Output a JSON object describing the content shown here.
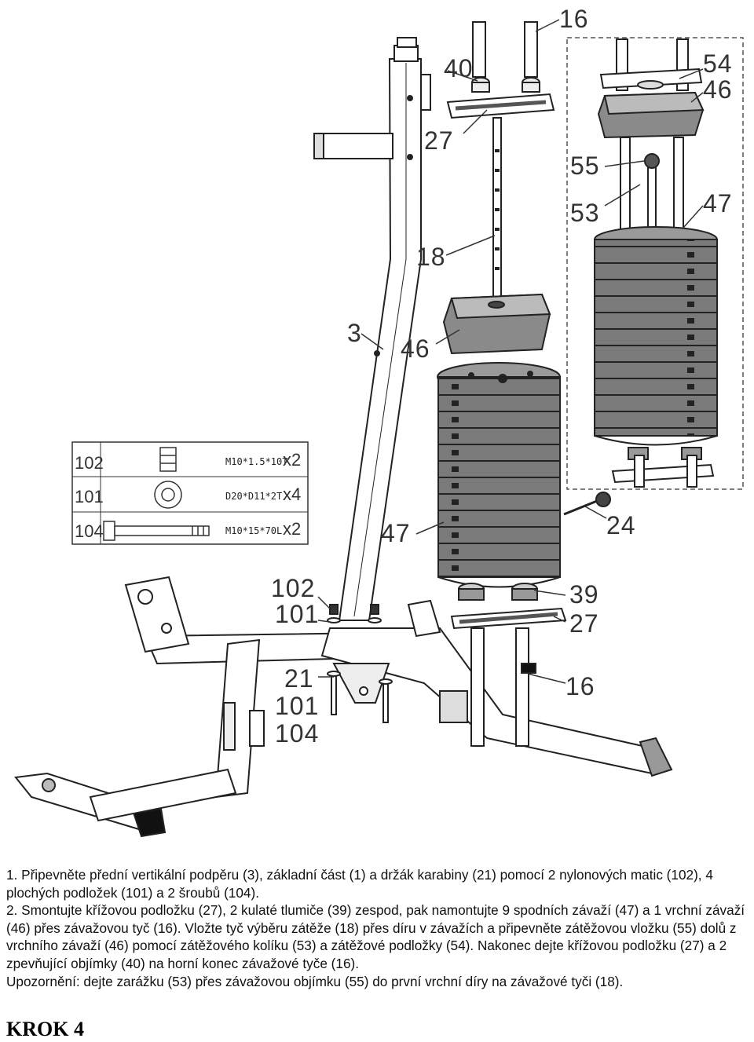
{
  "callouts": {
    "p16_top": "16",
    "p40": "40",
    "p27_top": "27",
    "p54": "54",
    "p46_inset": "46",
    "p55": "55",
    "p53": "53",
    "p47_inset": "47",
    "p18": "18",
    "p3": "3",
    "p46": "46",
    "p47": "47",
    "p24": "24",
    "p102": "102",
    "p101": "101",
    "p39": "39",
    "p27_bottom": "27",
    "p21": "21",
    "p101_b": "101",
    "p104": "104",
    "p16_bottom": "16"
  },
  "hardware": [
    {
      "part": "102",
      "spec": "M10*1.5*10T",
      "qty": "x2"
    },
    {
      "part": "101",
      "spec": "D20*D11*2T",
      "qty": "x4"
    },
    {
      "part": "104",
      "spec": "M10*15*70L",
      "qty": "x2"
    }
  ],
  "instructions": [
    "1. Připevněte přední vertikální podpěru (3), základní část (1) a držák karabiny (21) pomocí 2 nylonových matic (102), 4 plochých podložek (101) a 2 šroubů (104).",
    "2. Smontujte křížovou podložku (27), 2 kulaté tlumiče (39) zespod, pak namontujte 9 spodních závaží (47) a 1 vrchní závaží (46) přes závažovou tyč (16). Vložte tyč výběru zátěže (18) přes díru v závažích a připevněte zátěžovou vložku (55) dolů z vrchního závaží (46) pomocí zátěžového kolíku (53) a zátěžové podložky (54). Nakonec dejte křížovou podložku (27) a 2 zpevňující objímky (40) na horní konec závažové tyče (16).",
    "Upozornění: dejte zarážku (53) přes závažovou objímku (55) do první vrchní díry na závažové tyči (18)."
  ],
  "step_heading": "KROK 4"
}
